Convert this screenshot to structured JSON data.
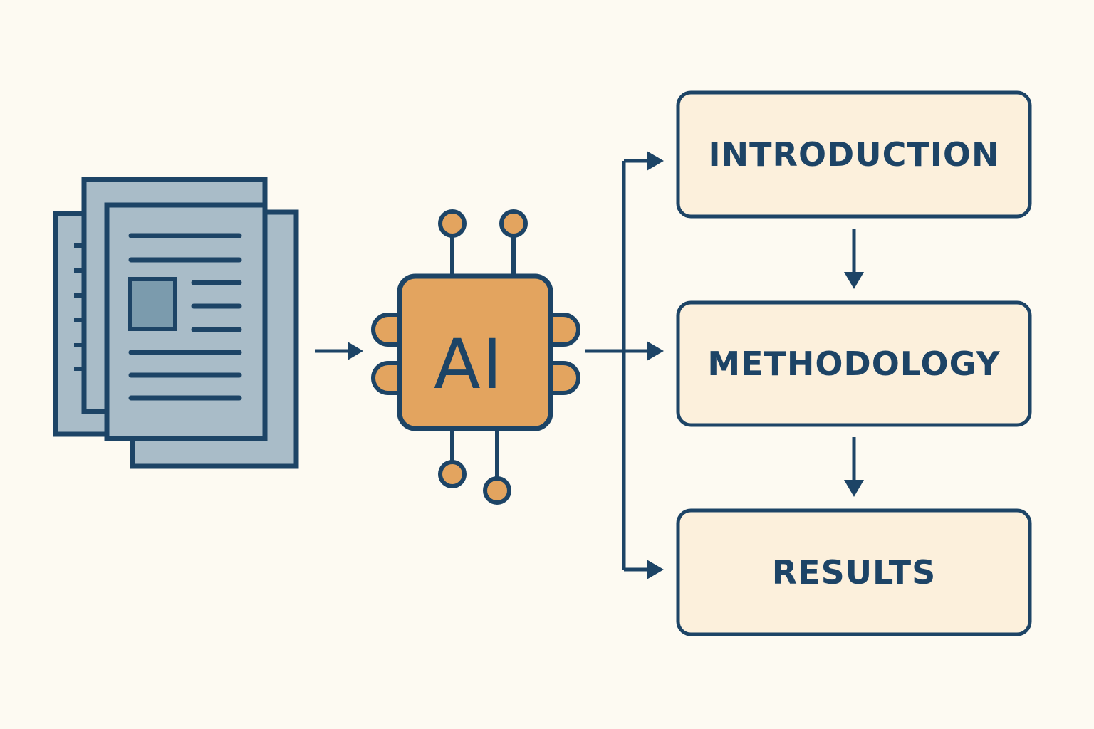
{
  "ai_chip": {
    "label": "AI",
    "icon": "ai-chip-icon",
    "fill_color": "#e3a45f"
  },
  "documents": {
    "icon": "documents-stack-icon",
    "fill_color": "#a9bcc8"
  },
  "sections": [
    {
      "label": "INTRODUCTION"
    },
    {
      "label": "METHODOLOGY"
    },
    {
      "label": "RESULTS"
    }
  ],
  "colors": {
    "background": "#fdfaf2",
    "stroke": "#1d4466",
    "box_fill": "#fcf0dc"
  }
}
